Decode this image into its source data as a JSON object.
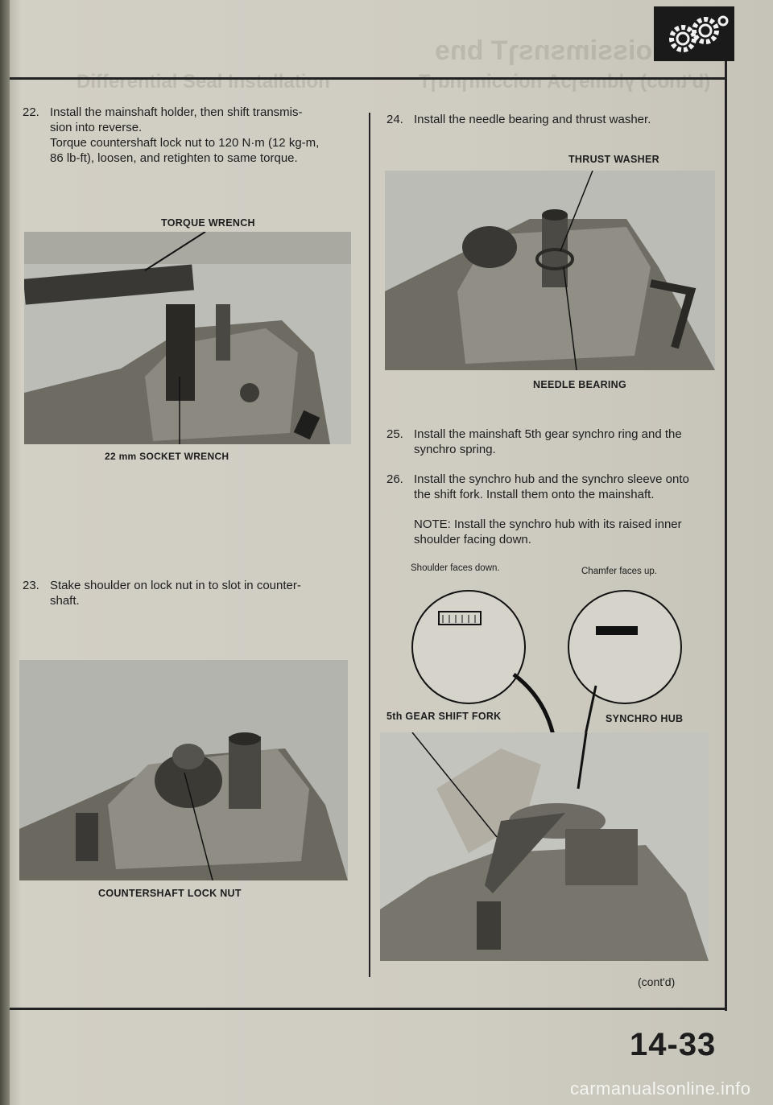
{
  "steps": {
    "s22": {
      "num": "22.",
      "lines": [
        "Install the mainshaft holder, then shift transmis-",
        "sion into reverse.",
        "Torque countershaft lock nut to 120 N·m (12 kg-m,",
        "86 lb-ft), loosen, and retighten to same torque."
      ]
    },
    "s23": {
      "num": "23.",
      "lines": [
        "Stake shoulder on lock nut in to slot in counter-",
        "shaft."
      ]
    },
    "s24": {
      "num": "24.",
      "lines": [
        "Install the needle bearing and thrust washer."
      ]
    },
    "s25": {
      "num": "25.",
      "lines": [
        "Install the mainshaft 5th gear synchro ring and the",
        "synchro spring."
      ]
    },
    "s26": {
      "num": "26.",
      "lines": [
        "Install the synchro hub and the synchro sleeve onto",
        "the shift fork. Install them onto the mainshaft."
      ]
    },
    "note": {
      "lines": [
        "NOTE: Install the synchro hub with its raised inner",
        "shoulder facing down."
      ]
    }
  },
  "callouts": {
    "torque_wrench": "TORQUE WRENCH",
    "socket_wrench": "22 mm SOCKET WRENCH",
    "countershaft_lock_nut": "COUNTERSHAFT LOCK NUT",
    "thrust_washer": "THRUST WASHER",
    "needle_bearing": "NEEDLE BEARING",
    "shoulder_faces_down": "Shoulder faces down.",
    "chamfer_faces_up": "Chamfer faces up.",
    "shift_fork": "5th GEAR SHIFT FORK",
    "synchro_hub": "SYNCHRO HUB"
  },
  "footer": {
    "cont": "(cont'd)",
    "page_number": "14-33",
    "watermark": "carmanualsonline.info"
  },
  "icons": {
    "section_icon": "gears-icon"
  },
  "colors": {
    "ink": "#1d1d1d",
    "paper": "#cfccc2",
    "photo_dark": "#2a2a27",
    "photo_light": "#b8b8b2"
  }
}
